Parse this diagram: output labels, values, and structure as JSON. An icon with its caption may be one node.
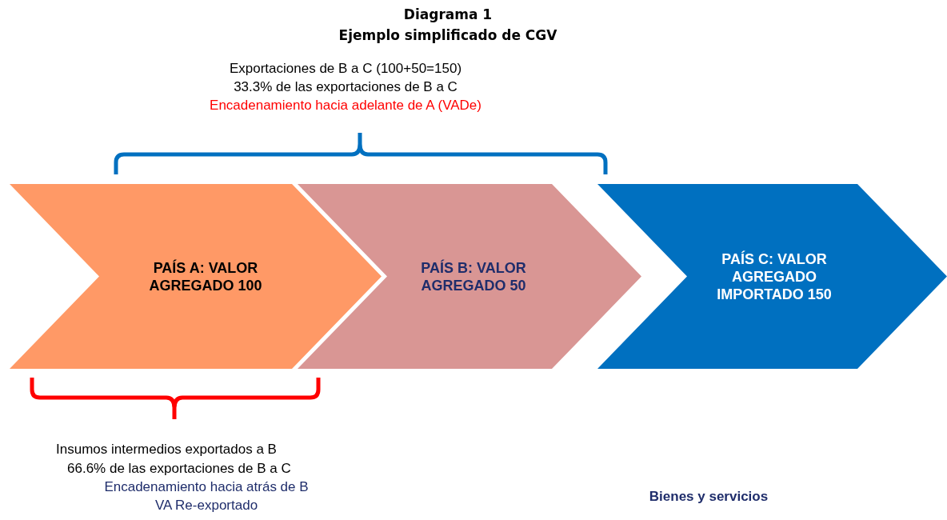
{
  "diagram": {
    "title": "Diagrama 1",
    "nodes": [
      {
        "text": [
          "PAÍS A: VALOR AGREGADO 100"
        ]
      },
      {
        "text": [
          "PAÍS B: VALOR AGREGADO 50"
        ]
      },
      {
        "text": [
          "PAÍS C: VALOR AGREGADO IMPORTADO 150"
        ]
      }
    ],
    "labels": [
      "Ejemplo simplificado de CGV",
      "Exportaciones de B a C (100+50=150)",
      "33.3% de las exportaciones de B a C",
      "Encadenamiento hacia adelante de A (VADe)",
      "Insumos intermedios exportados a B",
      "66.6% de las exportaciones de B a C",
      "Encadenamiento hacia atrás de B",
      "VA Re-exportado",
      "Bienes y servicios"
    ]
  }
}
